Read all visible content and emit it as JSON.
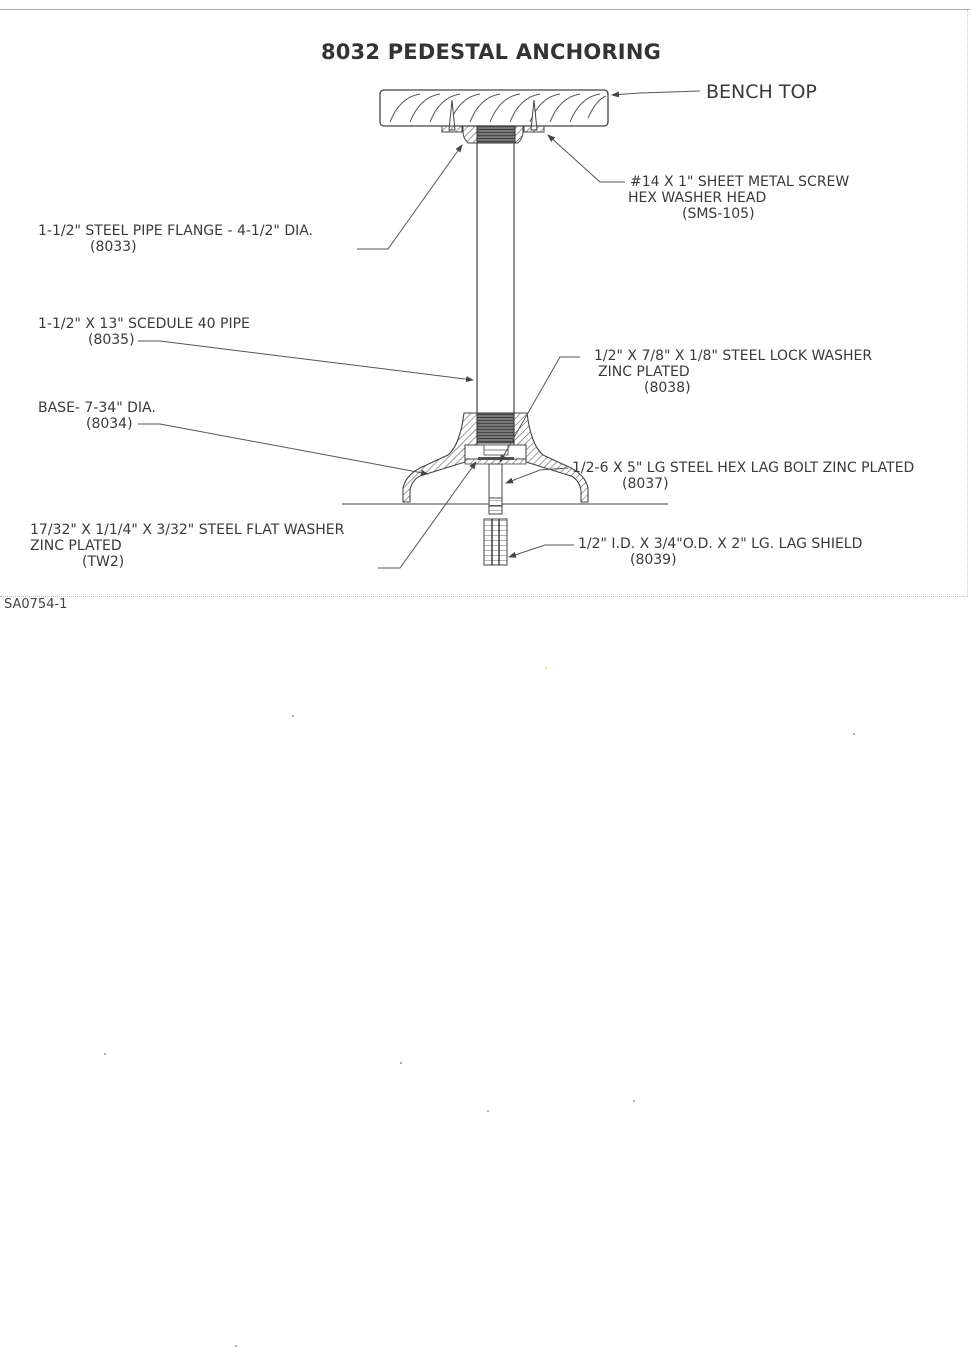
{
  "title": "8032 PEDESTAL ANCHORING",
  "drawing_number": "SA0754-1",
  "callouts": {
    "bench_top": {
      "lines": [
        "BENCH TOP"
      ]
    },
    "screw": {
      "lines": [
        "#14 X 1\" SHEET METAL SCREW",
        "HEX WASHER HEAD",
        "(SMS-105)"
      ]
    },
    "flange": {
      "lines": [
        "1-1/2\" STEEL PIPE FLANGE - 4-1/2\" DIA.",
        "(8033)"
      ]
    },
    "pipe": {
      "lines": [
        "1-1/2\" X 13\" SCEDULE 40 PIPE",
        "(8035)"
      ]
    },
    "lock_washer": {
      "lines": [
        "1/2\" X 7/8\" X 1/8\" STEEL LOCK WASHER",
        "ZINC PLATED",
        "(8038)"
      ]
    },
    "base": {
      "lines": [
        "BASE- 7-34\" DIA.",
        "(8034)"
      ]
    },
    "lag_bolt": {
      "lines": [
        "1/2-6 X 5\" LG STEEL HEX LAG BOLT ZINC PLATED",
        "(8037)"
      ]
    },
    "flat_washer": {
      "lines": [
        "17/32\" X 1/1/4\" X 3/32\" STEEL FLAT WASHER",
        "ZINC PLATED",
        "(TW2)"
      ]
    },
    "lag_shield": {
      "lines": [
        "1/2\" I.D. X 3/4\"O.D. X 2\" LG. LAG SHIELD",
        "(8039)"
      ]
    }
  }
}
